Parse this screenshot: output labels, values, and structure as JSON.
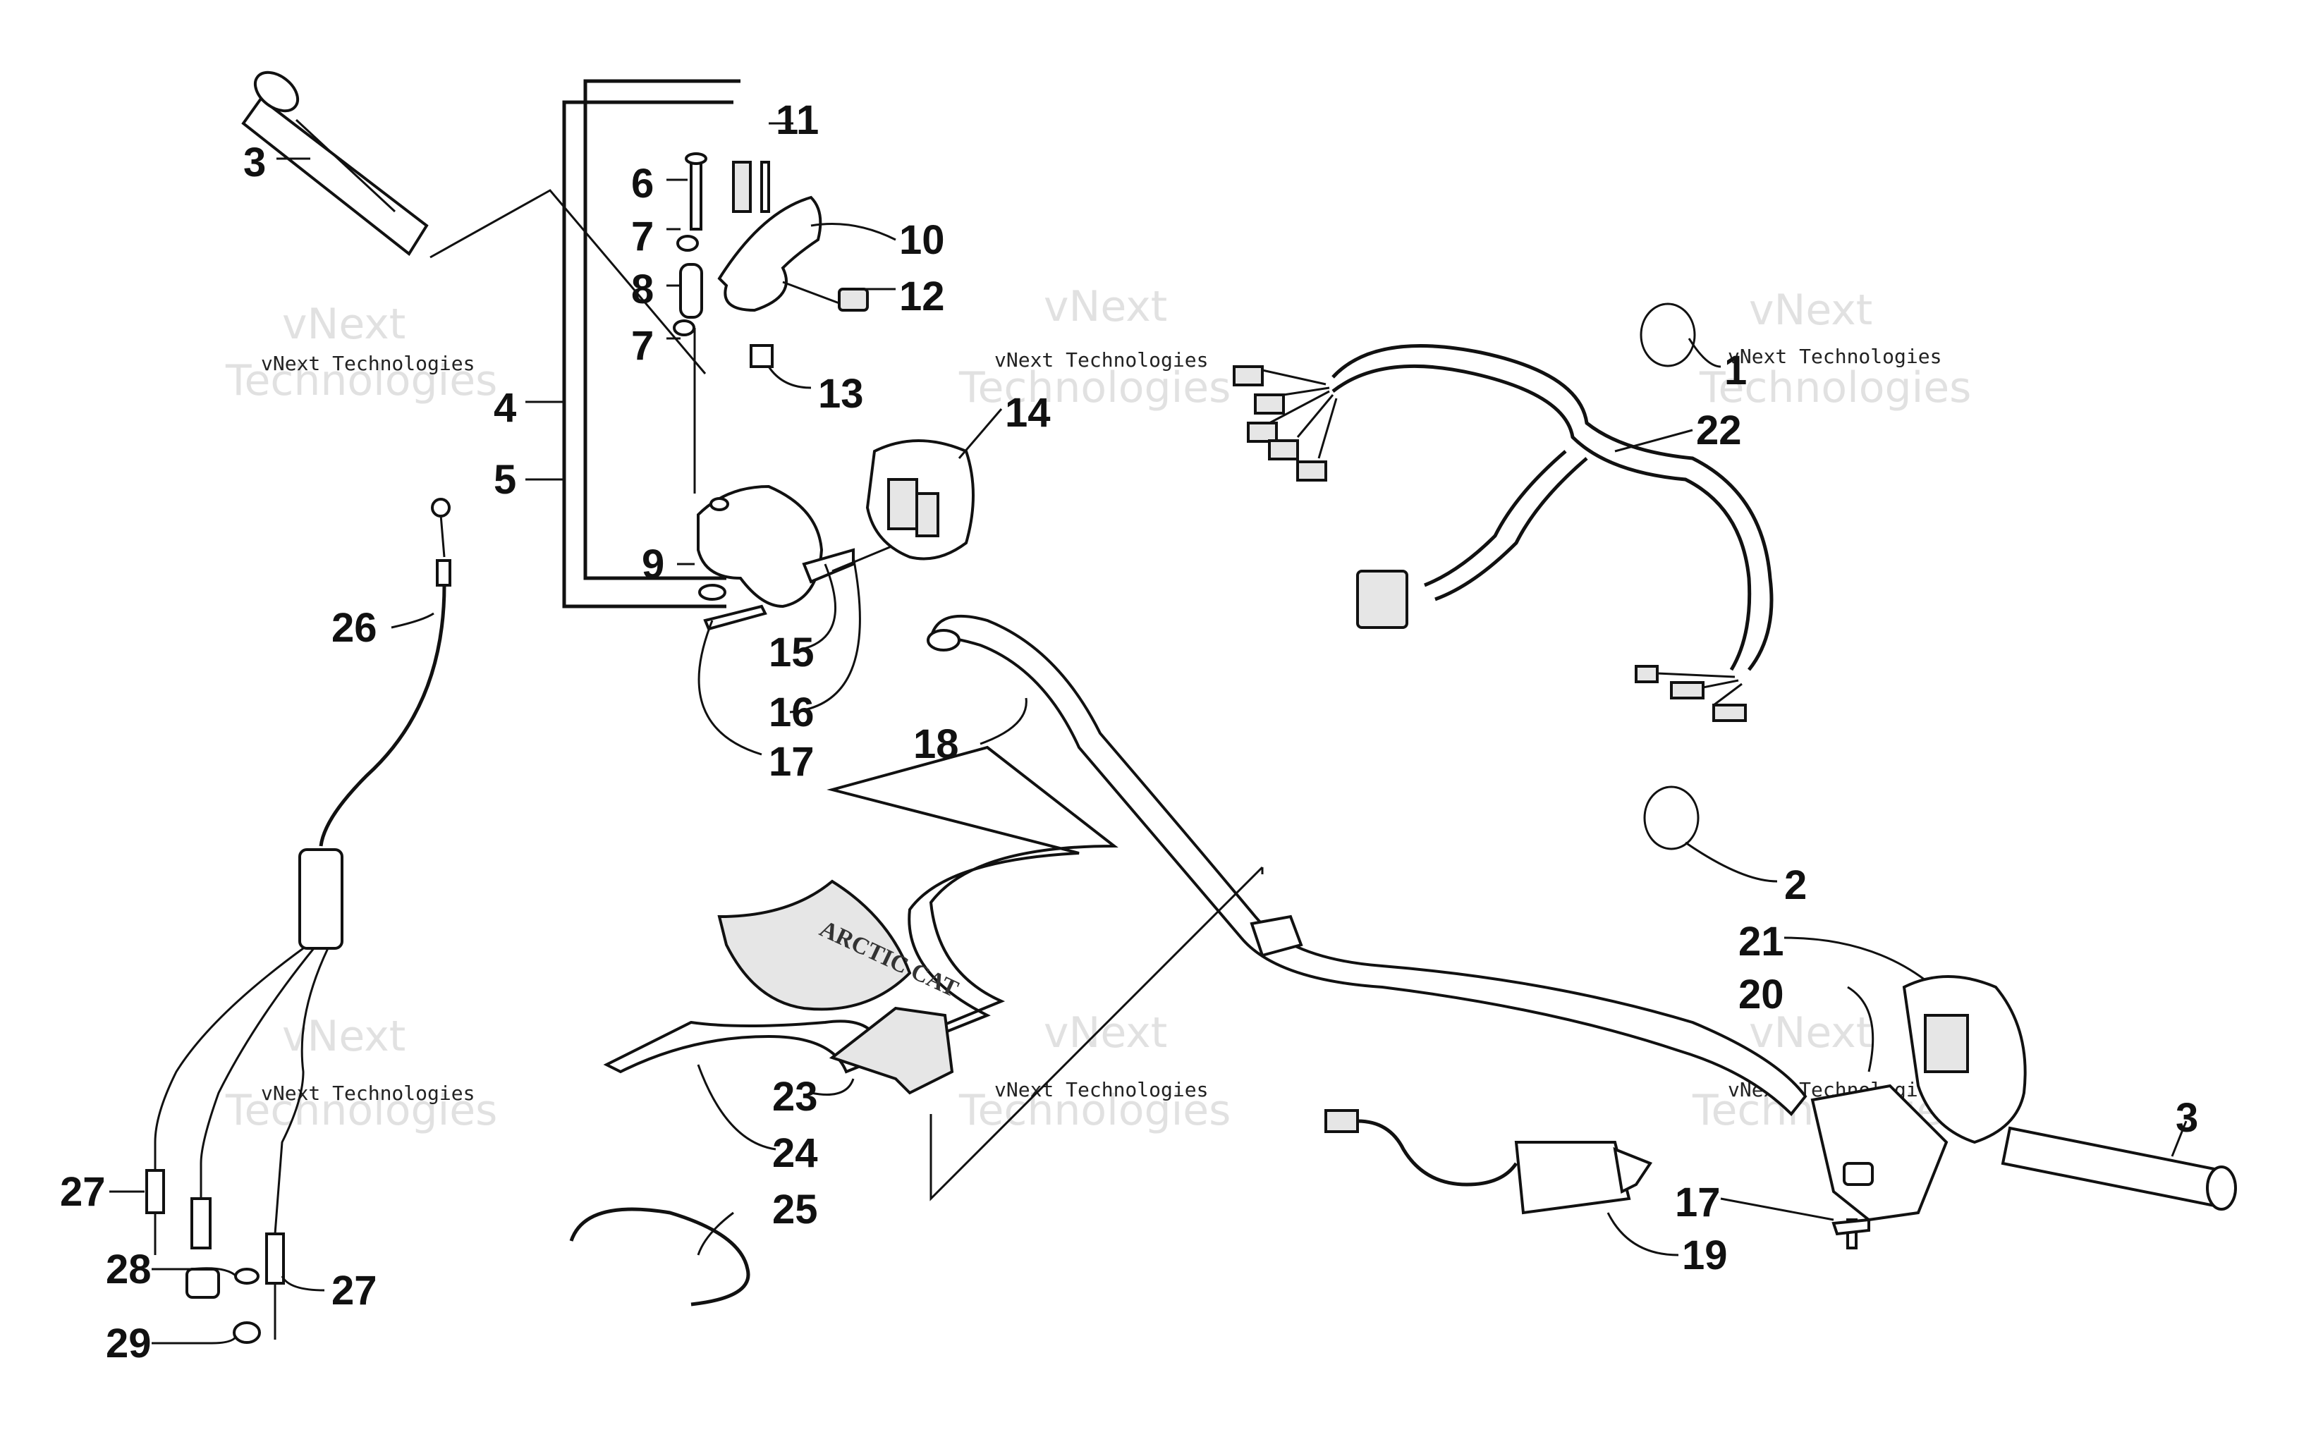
{
  "diagram": {
    "callouts": [
      {
        "id": "c3a",
        "text": "3"
      },
      {
        "id": "c11",
        "text": "11"
      },
      {
        "id": "c6",
        "text": "6"
      },
      {
        "id": "c7a",
        "text": "7"
      },
      {
        "id": "c10",
        "text": "10"
      },
      {
        "id": "c8",
        "text": "8"
      },
      {
        "id": "c12",
        "text": "12"
      },
      {
        "id": "c7b",
        "text": "7"
      },
      {
        "id": "c13",
        "text": "13"
      },
      {
        "id": "c4",
        "text": "4"
      },
      {
        "id": "c5",
        "text": "5"
      },
      {
        "id": "c14",
        "text": "14"
      },
      {
        "id": "c1",
        "text": "1"
      },
      {
        "id": "c22",
        "text": "22"
      },
      {
        "id": "c9",
        "text": "9"
      },
      {
        "id": "c26",
        "text": "26"
      },
      {
        "id": "c15",
        "text": "15"
      },
      {
        "id": "c16",
        "text": "16"
      },
      {
        "id": "c17a",
        "text": "17"
      },
      {
        "id": "c18",
        "text": "18"
      },
      {
        "id": "c2",
        "text": "2"
      },
      {
        "id": "c21",
        "text": "21"
      },
      {
        "id": "c20",
        "text": "20"
      },
      {
        "id": "c23",
        "text": "23"
      },
      {
        "id": "c24",
        "text": "24"
      },
      {
        "id": "c3b",
        "text": "3"
      },
      {
        "id": "c17b",
        "text": "17"
      },
      {
        "id": "c19",
        "text": "19"
      },
      {
        "id": "c25",
        "text": "25"
      },
      {
        "id": "c27a",
        "text": "27"
      },
      {
        "id": "c28",
        "text": "28"
      },
      {
        "id": "c27b",
        "text": "27"
      },
      {
        "id": "c29",
        "text": "29"
      }
    ],
    "pad_logo": "ARCTIC CAT",
    "watermark": {
      "brand": "vNext",
      "line1": "vNext Technologies",
      "line2": "Technologies"
    }
  }
}
